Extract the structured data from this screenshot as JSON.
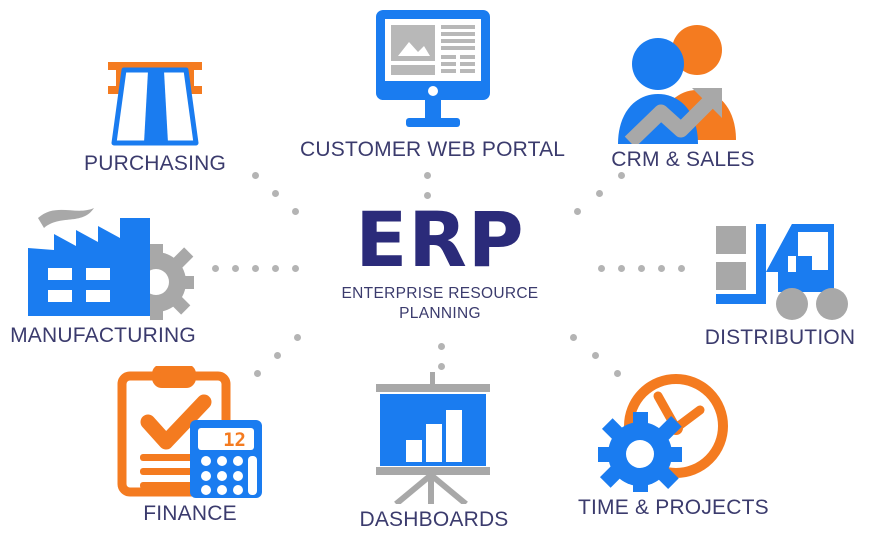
{
  "diagram": {
    "title": "ERP Enterprise Resource Planning module diagram",
    "background": "#ffffff",
    "colors": {
      "blue": "#1a7cf0",
      "blue_dark": "#0b6fe0",
      "orange": "#f47b20",
      "orange_dark": "#e8690b",
      "gray": "#a8a8a8",
      "gray_light": "#c4c4c4",
      "label_navy": "#3b3b6d",
      "hub_navy": "#2b2b7a",
      "dot_gray": "#b4b4b4"
    }
  },
  "hub": {
    "acronym": "ERP",
    "expansion_line1": "ENTERPRISE RESOURCE",
    "expansion_line2": "PLANNING"
  },
  "modules": [
    {
      "id": "purchasing",
      "label": "PURCHASING",
      "icon": "card-slot-icon"
    },
    {
      "id": "customer-web-portal",
      "label": "CUSTOMER WEB PORTAL",
      "icon": "monitor-icon"
    },
    {
      "id": "crm-sales",
      "label": "CRM & SALES",
      "icon": "users-growth-icon"
    },
    {
      "id": "manufacturing",
      "label": "MANUFACTURING",
      "icon": "factory-gear-icon"
    },
    {
      "id": "distribution",
      "label": "DISTRIBUTION",
      "icon": "forklift-icon"
    },
    {
      "id": "finance",
      "label": "FINANCE",
      "icon": "clipboard-calculator-icon"
    },
    {
      "id": "dashboards",
      "label": "DASHBOARDS",
      "icon": "presentation-chart-icon"
    },
    {
      "id": "time-projects",
      "label": "TIME & PROJECTS",
      "icon": "clock-gear-icon"
    }
  ],
  "calculator": {
    "display": "12"
  },
  "connectors": [
    {
      "from": "hub",
      "to": "purchasing",
      "style": "diagonal",
      "dots": 3
    },
    {
      "from": "hub",
      "to": "customer-web-portal",
      "style": "vertical",
      "dots": 2
    },
    {
      "from": "hub",
      "to": "crm-sales",
      "style": "diagonal",
      "dots": 3
    },
    {
      "from": "hub",
      "to": "manufacturing",
      "style": "horizontal",
      "dots": 5
    },
    {
      "from": "hub",
      "to": "distribution",
      "style": "horizontal",
      "dots": 5
    },
    {
      "from": "hub",
      "to": "finance",
      "style": "diagonal",
      "dots": 3
    },
    {
      "from": "hub",
      "to": "dashboards",
      "style": "vertical",
      "dots": 2
    },
    {
      "from": "hub",
      "to": "time-projects",
      "style": "diagonal",
      "dots": 3
    }
  ]
}
